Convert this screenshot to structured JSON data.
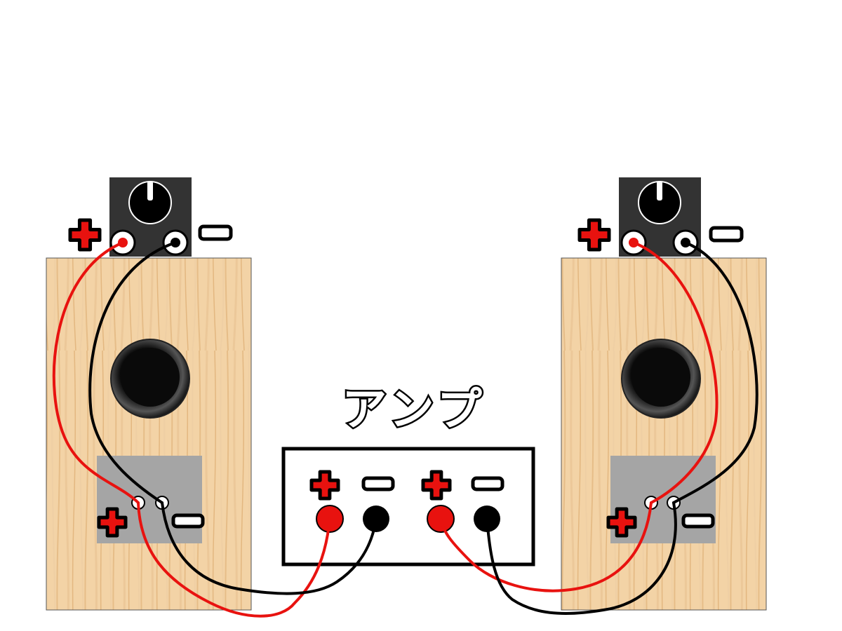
{
  "diagram": {
    "amplifier_label": "アンプ",
    "positive_symbol": "+",
    "negative_symbol": "−",
    "components": [
      {
        "name": "left-speaker",
        "parts": [
          "volume-knob",
          "woofer",
          "terminal-plate"
        ]
      },
      {
        "name": "right-speaker",
        "parts": [
          "volume-knob",
          "woofer",
          "terminal-plate"
        ]
      },
      {
        "name": "amplifier",
        "terminals": [
          "+",
          "−",
          "+",
          "−"
        ]
      }
    ],
    "wire_colors": {
      "positive": "#e8120f",
      "negative": "#000000"
    },
    "colors": {
      "wood": "#f3d3a6",
      "plate": "#a5a5a5",
      "control-box": "#333333"
    },
    "icons": [
      "plus-icon",
      "minus-icon",
      "knob-icon",
      "woofer-icon"
    ]
  }
}
